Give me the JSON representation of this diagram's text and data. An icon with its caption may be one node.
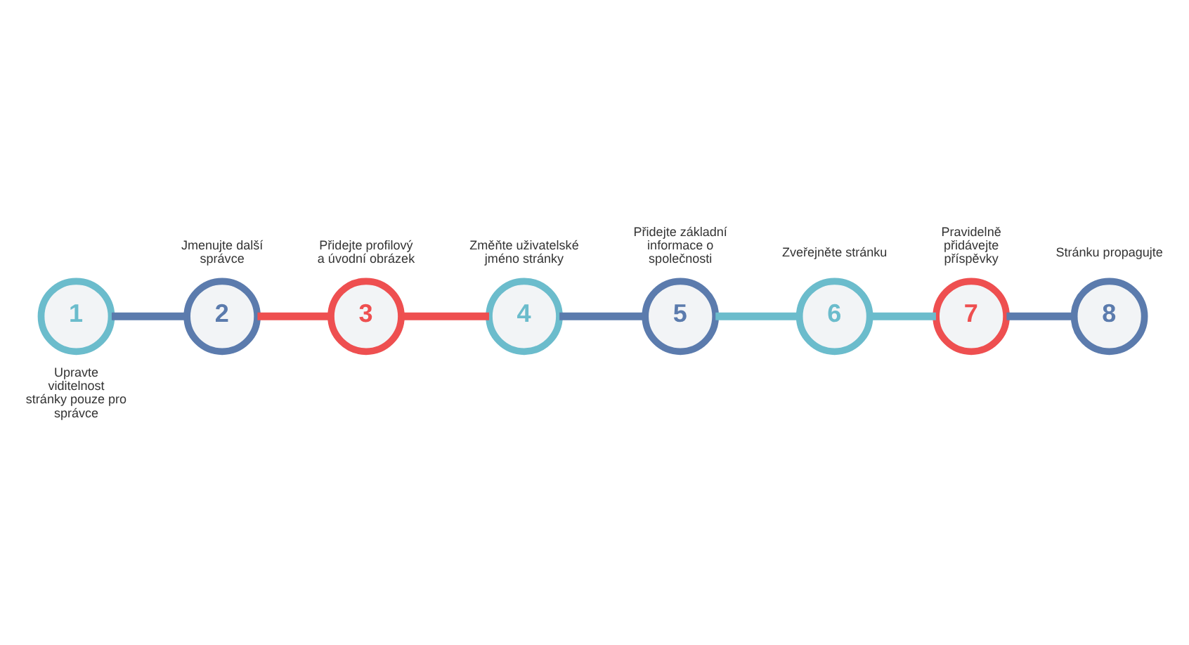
{
  "diagram": {
    "nodes": [
      {
        "text": [
          "1"
        ],
        "beside": [
          "Upravte viditelnost stránky pouze pro správce"
        ]
      },
      {
        "text": [
          "2"
        ],
        "beside": [
          "Jmenujte další správce"
        ]
      },
      {
        "text": [
          "3"
        ],
        "beside": [
          "Přidejte profilový a úvodní obrázek"
        ]
      },
      {
        "text": [
          "4"
        ],
        "beside": [
          "Změňte uživatelské jméno stránky"
        ]
      },
      {
        "text": [
          "5"
        ],
        "beside": [
          "Přidejte základní informace o společnosti"
        ]
      },
      {
        "text": [
          "6"
        ],
        "beside": [
          "Zveřejněte stránku"
        ]
      },
      {
        "text": [
          "7"
        ],
        "beside": [
          "Pravidelně přidávejte příspěvky"
        ]
      },
      {
        "text": [
          "8"
        ],
        "beside": [
          "Stránku propagujte"
        ]
      }
    ],
    "edges": [
      {
        "from": 0,
        "to": 1,
        "arrow": "none",
        "color": "#5b7bad"
      },
      {
        "from": 1,
        "to": 2,
        "arrow": "none",
        "color": "#ee4f50"
      },
      {
        "from": 2,
        "to": 3,
        "arrow": "none",
        "color": "#ee4f50"
      },
      {
        "from": 3,
        "to": 4,
        "arrow": "none",
        "color": "#5b7bad"
      },
      {
        "from": 4,
        "to": 5,
        "arrow": "none",
        "color": "#6bbccc"
      },
      {
        "from": 5,
        "to": 6,
        "arrow": "none",
        "color": "#6bbccc"
      },
      {
        "from": 6,
        "to": 7,
        "arrow": "none",
        "color": "#5b7bad"
      }
    ]
  }
}
